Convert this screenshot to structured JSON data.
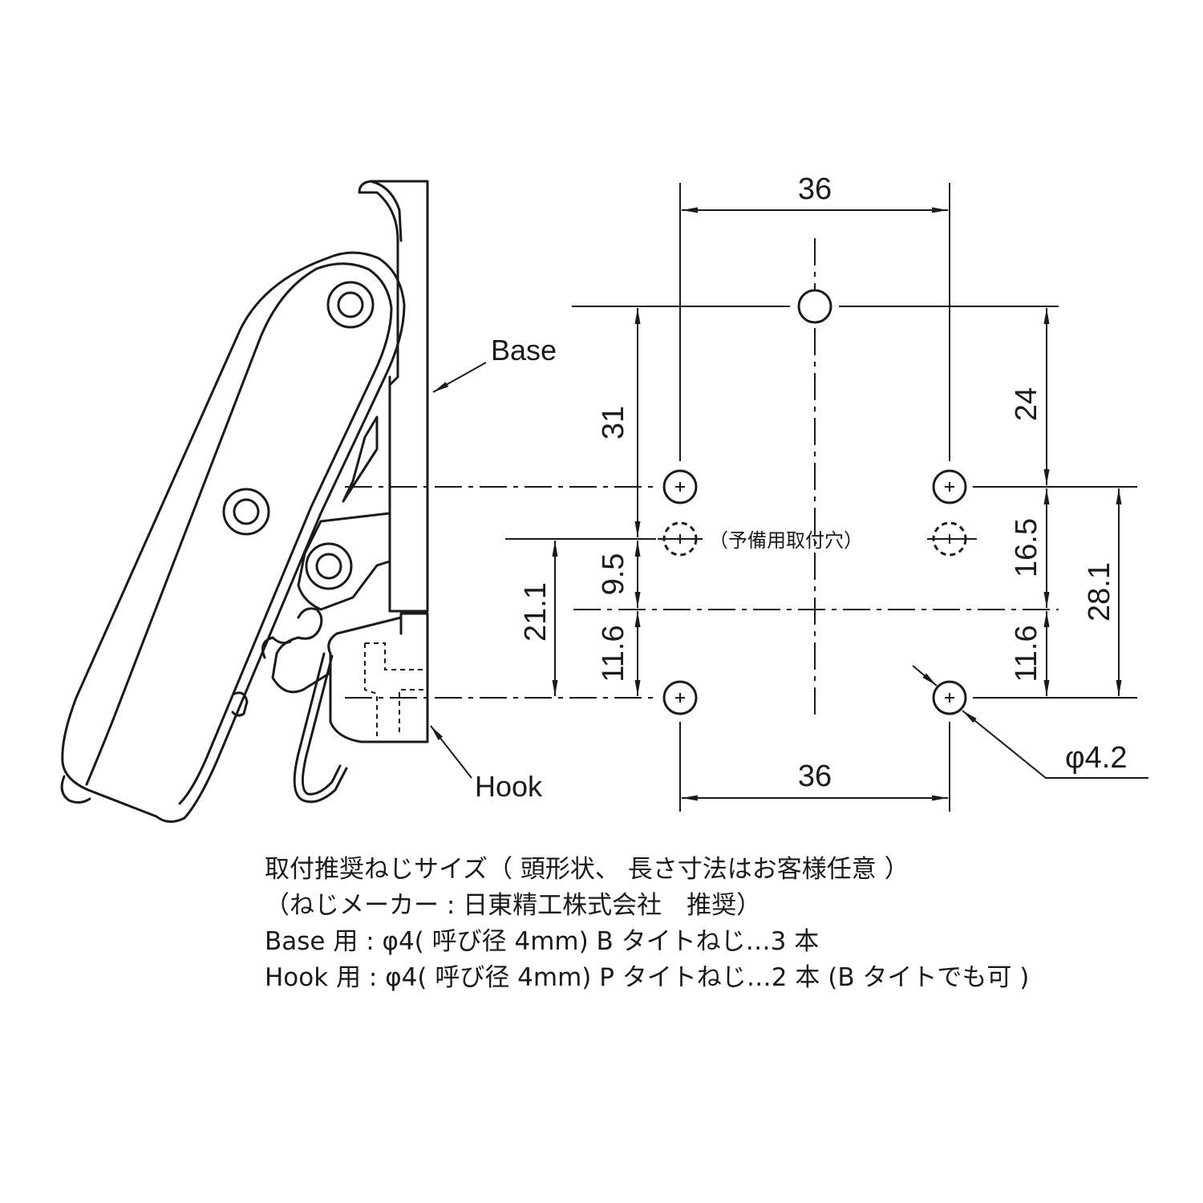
{
  "labels": {
    "base": "Base",
    "hook": "Hook",
    "spare_holes": "（予備用取付穴）"
  },
  "dimensions": {
    "top_width": "36",
    "bottom_width": "36",
    "left_31": "31",
    "left_9_5": "9.5",
    "left_11_6": "11.6",
    "left_21_1": "21.1",
    "right_24": "24",
    "right_16_5": "16.5",
    "right_11_6": "11.6",
    "right_28_1": "28.1",
    "hole_diameter": "φ4.2"
  },
  "notes": {
    "line1": "取付推奨ねじサイズ（ 頭形状、 長さ寸法はお客様任意 ）",
    "line2": "（ねじメーカー : 日東精工株式会社　推奨）",
    "line3": "Base 用 : φ4( 呼び径 4mm)  B タイトねじ…3 本",
    "line4": "Hook 用 : φ4( 呼び径 4mm)  P タイトねじ…2 本 (B タイトでも可 )"
  }
}
